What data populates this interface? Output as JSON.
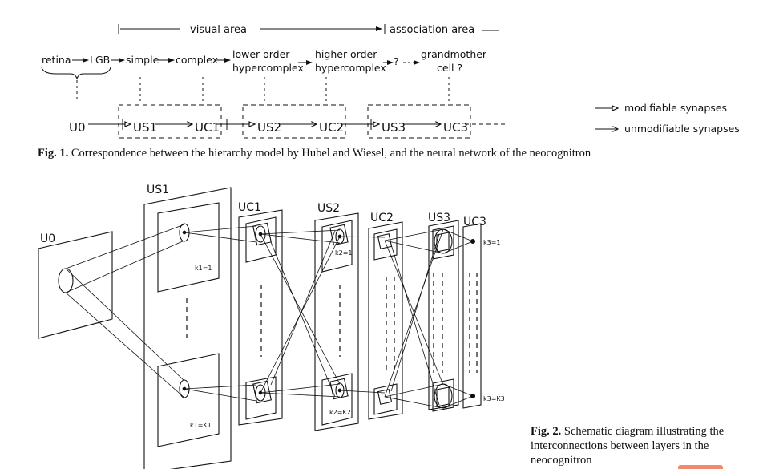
{
  "fig1": {
    "visual_area": "visual area",
    "association_area": "association area",
    "hierarchy": {
      "retina": "retina",
      "lgb": "LGB",
      "simple": "simple",
      "complex": "complex",
      "lower_order_1": "lower-order",
      "lower_order_2": "hypercomplex",
      "higher_order_1": "higher-order",
      "higher_order_2": "hypercomplex",
      "question": "?",
      "grandmother_1": "grandmother",
      "grandmother_2": "cell ?"
    },
    "layers": {
      "u0": "U0",
      "us1": "US1",
      "uc1": "UC1",
      "us2": "US2",
      "uc2": "UC2",
      "us3": "US3",
      "uc3": "UC3"
    },
    "legend": {
      "modifiable": "modifiable synapses",
      "unmodifiable": "unmodifiable synapses"
    },
    "caption_label": "Fig. 1.",
    "caption_text": "Correspondence between the hierarchy model by Hubel and Wiesel, and the neural network of the neocognitron"
  },
  "fig2": {
    "labels": {
      "u0": "U0",
      "us1": "US1",
      "uc1": "UC1",
      "us2": "US2",
      "uc2": "UC2",
      "us3": "US3",
      "uc3": "UC3"
    },
    "k_labels": {
      "k1_top": "k1=1",
      "k1_bot": "k1=K1",
      "k2_top": "k2=1",
      "k2_bot": "k2=K2",
      "k3_top": "k3=1",
      "k3_bot": "k3=K3"
    },
    "caption_label": "Fig. 2.",
    "caption_text": "Schematic diagram illustrating the interconnections between layers in the neocognitron"
  },
  "colors": {
    "ink": "#111111",
    "accent": "#f08a6c"
  }
}
